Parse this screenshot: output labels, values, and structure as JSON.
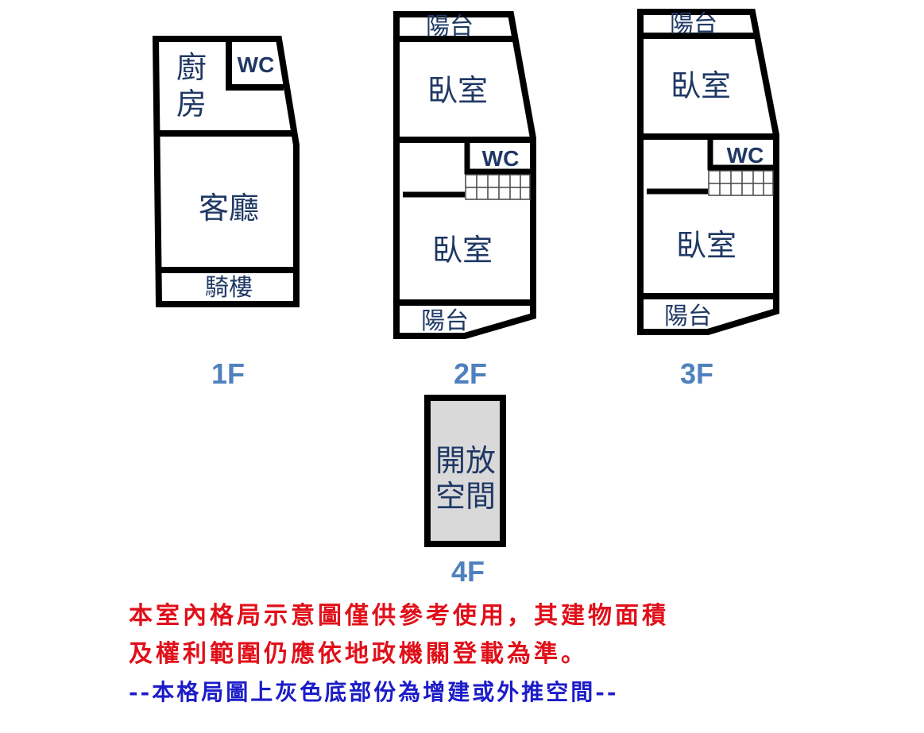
{
  "floors": [
    {
      "label": "1F",
      "rooms": {
        "kitchen_line1": "廚",
        "kitchen_line2": "房",
        "wc": "WC",
        "living": "客廳",
        "arcade": "騎樓"
      }
    },
    {
      "label": "2F",
      "rooms": {
        "balcony_top": "陽台",
        "bedroom_top": "臥室",
        "wc": "WC",
        "bedroom_bottom": "臥室",
        "balcony_bottom": "陽台"
      }
    },
    {
      "label": "3F",
      "rooms": {
        "balcony_top": "陽台",
        "bedroom_top": "臥室",
        "wc": "WC",
        "bedroom_bottom": "臥室",
        "balcony_bottom": "陽台"
      }
    },
    {
      "label": "4F",
      "rooms": {
        "open_line1": "開放",
        "open_line2": "空間"
      }
    }
  ],
  "colors": {
    "wall": "#000000",
    "room_text": "#1f3864",
    "floor_label": "#4f81bd",
    "extension_fill": "#d9d9d9",
    "note_red": "#e0101a",
    "note_blue": "#1c1cc8"
  },
  "notes": {
    "line1": "本室內格局示意圖僅供參考使用，其建物面積",
    "line2": "及權利範圍仍應依地政機關登載為準。",
    "line3": "--本格局圖上灰色底部份為增建或外推空間--"
  }
}
